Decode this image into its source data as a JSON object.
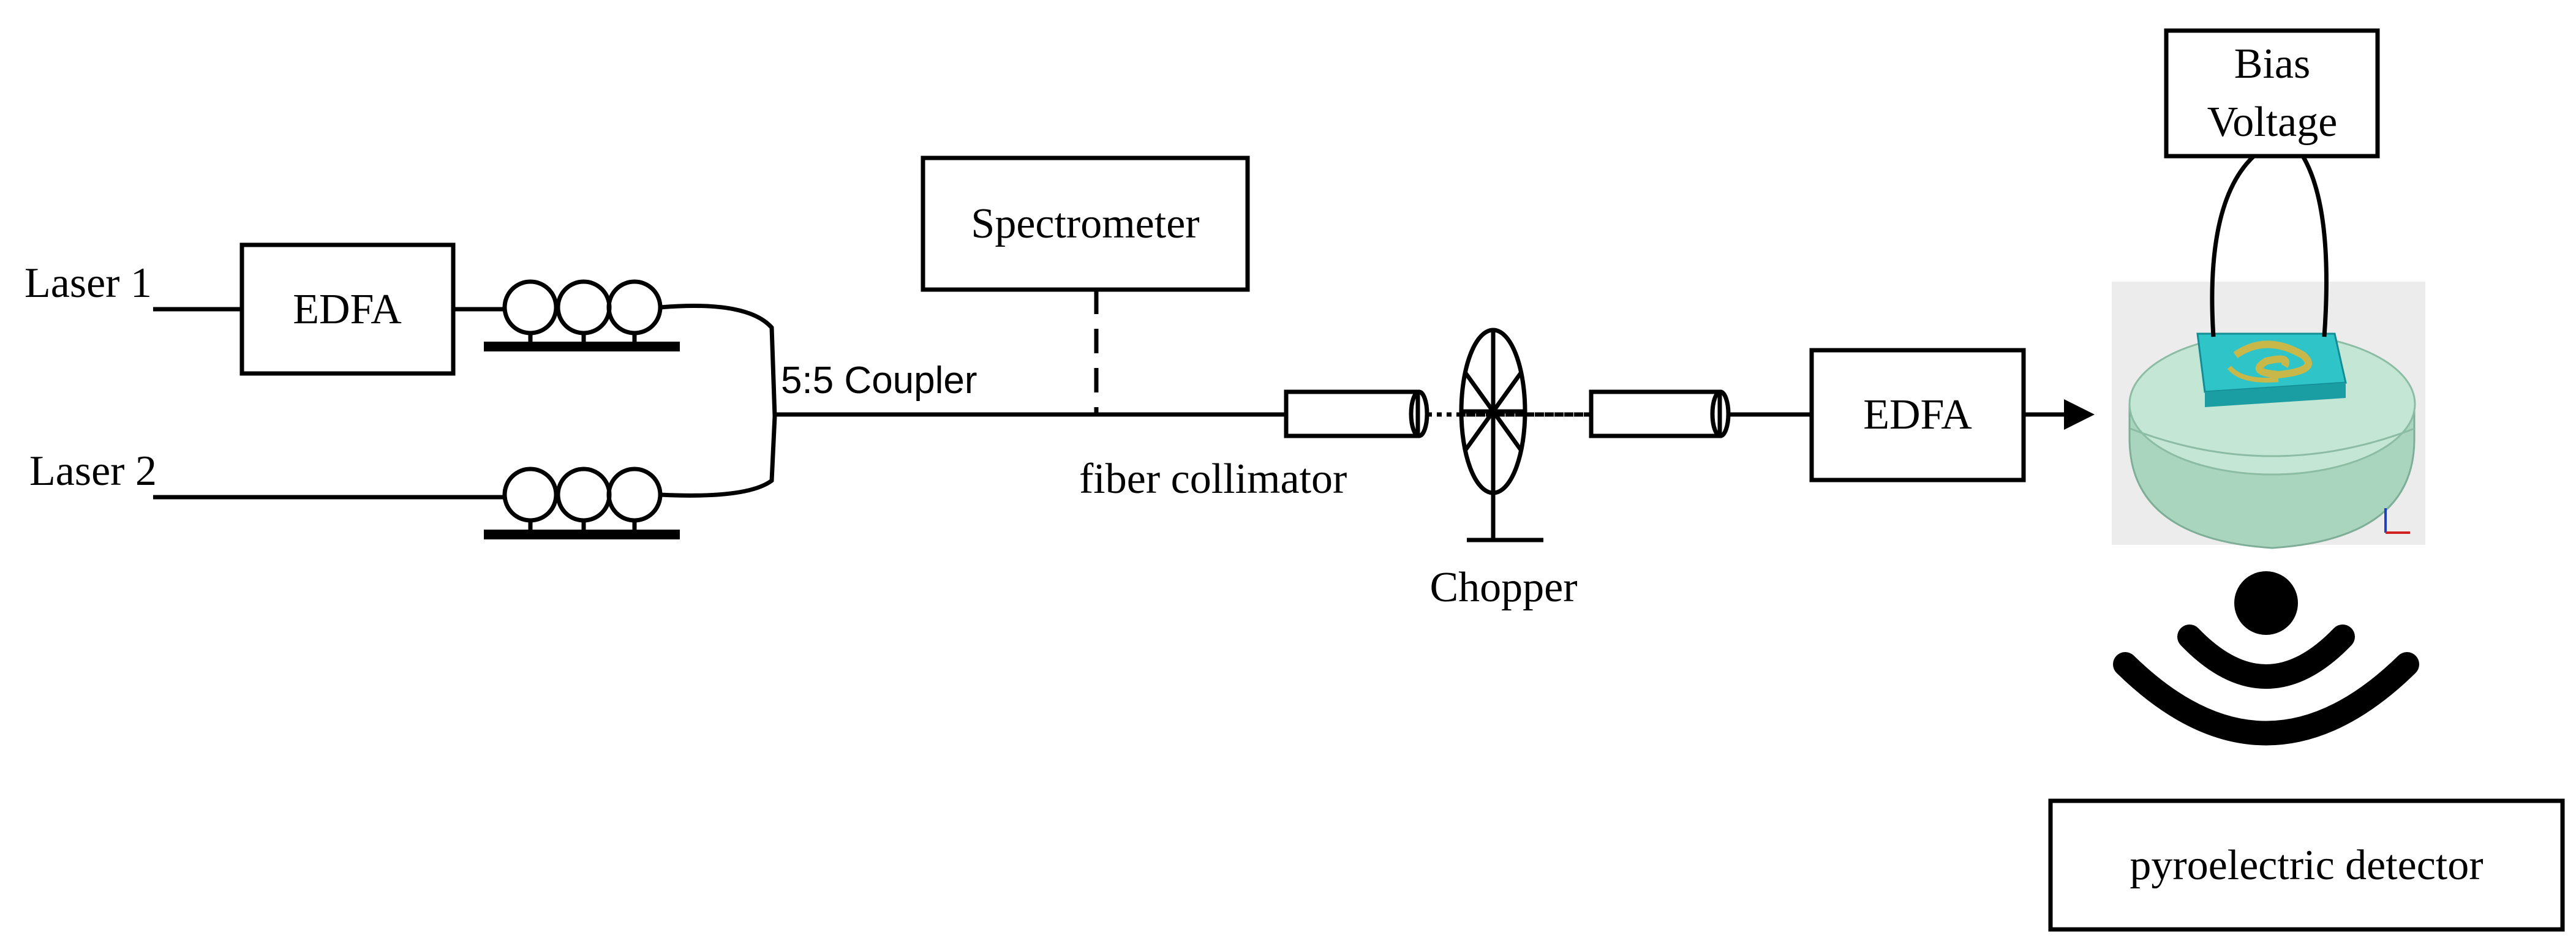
{
  "labels": {
    "laser1": "Laser 1",
    "laser2": "Laser 2",
    "edfa_input": "EDFA",
    "coupler": "5:5 Coupler",
    "spectrometer": "Spectrometer",
    "fiber_collimator": "fiber collimator",
    "chopper": "Chopper",
    "edfa_output": "EDFA",
    "bias_voltage_line1": "Bias",
    "bias_voltage_line2": "Voltage",
    "pyroelectric_detector": "pyroelectric detector"
  },
  "colors": {
    "line": "#000000",
    "detector_body": "#b9dcc8",
    "detector_chip": "#2fc4c8",
    "detector_spiral": "#c8b84a",
    "axis_red": "#d02020",
    "axis_blue": "#2040c0"
  }
}
